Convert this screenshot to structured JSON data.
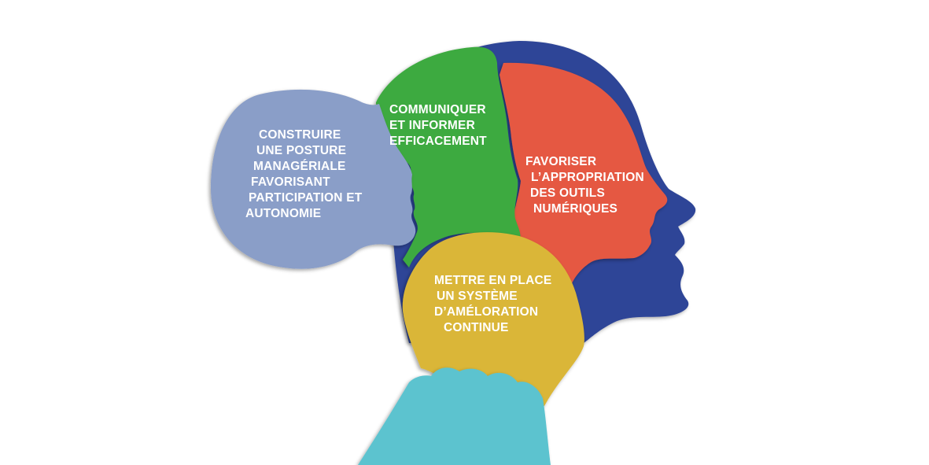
{
  "colors": {
    "background": "#ffffff",
    "navy": "#2e4597",
    "lavender": "#8a9ec8",
    "green": "#3caa3f",
    "red": "#e55842",
    "gold": "#dab637",
    "cyan": "#5bc3cf",
    "text": "#ffffff"
  },
  "sections": [
    {
      "id": "posture",
      "lines": [
        "CONSTRUIRE",
        "UNE POSTURE",
        "MANAGÉRIALE",
        "FAVORISANT",
        "PARTICIPATION ET",
        "AUTONOMIE"
      ]
    },
    {
      "id": "communiquer",
      "lines": [
        "COMMUNIQUER",
        "ET INFORMER",
        "EFFICACEMENT"
      ]
    },
    {
      "id": "outils",
      "lines": [
        "FAVORISER",
        "L’APPROPRIATION",
        "DES OUTILS",
        "NUMÉRIQUES"
      ]
    },
    {
      "id": "amelioration",
      "lines": [
        "METTRE EN PLACE",
        "UN SYSTÈME",
        "D’AMÉLORATION",
        "CONTINUE"
      ]
    }
  ]
}
